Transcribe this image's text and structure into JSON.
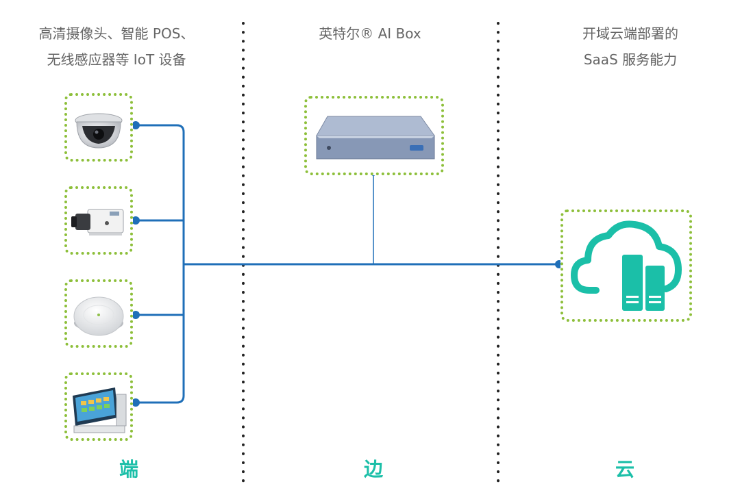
{
  "columns": {
    "terminal": {
      "title_line1": "高清摄像头、智能  POS、",
      "title_line2": "无线感应器等 IoT 设备",
      "footer": "端"
    },
    "edge": {
      "title_line1": "英特尔® AI Box",
      "footer": "边"
    },
    "cloud": {
      "title_line1": "开域云端部署的",
      "title_line2": "SaaS 服务能力",
      "footer": "云"
    }
  },
  "colors": {
    "connector": "#1f6fb8",
    "dotted_border": "#8dbf3a",
    "cloud_icon": "#1bbfa8",
    "footer_text": "#1bbfa8",
    "header_text": "#666666"
  },
  "icons": {
    "device_1": "dome-camera-icon",
    "device_2": "box-camera-icon",
    "device_3": "wireless-sensor-icon",
    "device_4": "pos-terminal-icon",
    "edge_device": "ai-box-icon",
    "cloud": "cloud-server-icon"
  }
}
